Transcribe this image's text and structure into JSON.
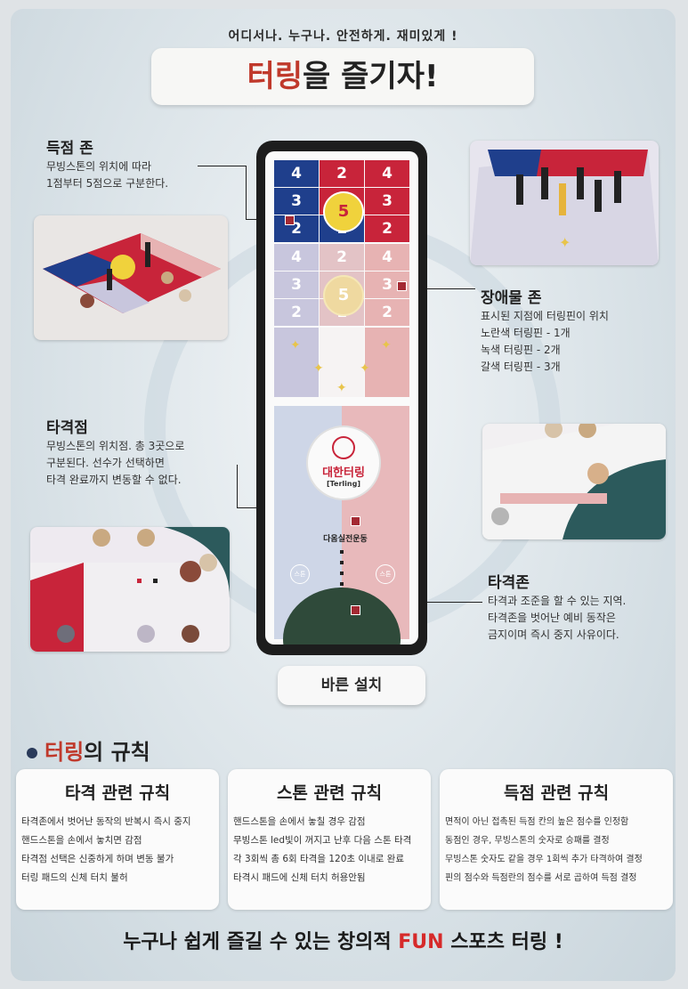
{
  "tagline": "어디서나. 누구나. 안전하게. 재미있게 !",
  "title": {
    "highlight": "터링",
    "rest": "을 즐기자!"
  },
  "sections": {
    "score_zone": {
      "title": "득점 존",
      "lines": [
        "무빙스톤의 위치에 따라",
        "1점부터 5점으로 구분한다."
      ]
    },
    "obstacle_zone": {
      "title": "장애물 존",
      "lines": [
        "표시된 지점에 터링핀이 위치",
        "노란색 터링핀 - 1개",
        "녹색 터링핀 - 2개",
        "갈색 터링핀 - 3개"
      ]
    },
    "hit_point": {
      "title": "타격점",
      "lines": [
        "무빙스톤의 위치점. 총 3곳으로",
        "구분된다. 선수가 선택하면",
        "타격 완료까지 변동할 수 없다."
      ]
    },
    "hit_zone": {
      "title": "타격존",
      "lines": [
        "타격과 조준을 할 수 있는 지역.",
        "타격존을 벗어난 예비 동작은",
        "금지이며 즉시 중지 사유이다."
      ]
    }
  },
  "board": {
    "top_rows": [
      [
        "4",
        "2",
        "4"
      ],
      [
        "3",
        "",
        "3"
      ],
      [
        "2",
        "1",
        "2"
      ]
    ],
    "mid_rows": [
      [
        "4",
        "2",
        "4"
      ],
      [
        "3",
        "",
        "3"
      ],
      [
        "2",
        "1",
        "2"
      ]
    ],
    "center_value": "5",
    "logo_text": "대한터링",
    "logo_sub": "[Terling]",
    "brand_text": "다옴실전운동",
    "stone_left": "스톤",
    "stone_right": "스톤"
  },
  "install_label": "바른 설치",
  "rules": {
    "heading_highlight": "터링",
    "heading_rest": "의 규칙",
    "cards": [
      {
        "title": "타격 관련 규칙",
        "items": [
          "타격존에서 벗어난 동작의 반복시 즉시 중지",
          "핸드스톤을 손에서 놓치면 감점",
          "타격점 선택은 신중하게 하며 변동 불가",
          "터링 패드의 신체 터치 불허"
        ]
      },
      {
        "title": "스톤 관련 규칙",
        "items": [
          "핸드스톤을 손에서 놓칠 경우 감점",
          "무빙스톤 led빛이 꺼지고 난후 다음 스톤 타격",
          "각 3회씩 총 6회 타격을 120초 이내로 완료",
          "타격시 패드에 신체 터치 허용안됨"
        ]
      },
      {
        "title": "득점 관련 규칙",
        "items": [
          "면적이 아닌 접촉된 득점 칸의 높은 점수를 인정함",
          "동점인 경우, 무빙스톤의 숫자로 승패를 결정",
          "무빙스톤 숫자도 같을 경우 1회씩 추가 타격하여 결정",
          "핀의 점수와 득점란의 점수를 서로 곱하여 득점 결정"
        ]
      }
    ]
  },
  "footer": {
    "before": "누구나 쉽게 즐길 수 있는 창의적 ",
    "fun": "FUN",
    "after": " 스포츠 터링 !"
  },
  "colors": {
    "red": "#c8243a",
    "blue": "#1f3f8c",
    "yellow": "#f0d23c",
    "pink": "#e7b3b3",
    "lavender": "#c8c6dd",
    "teal": "#2c5a5c",
    "dark_green": "#2f4a3a"
  }
}
